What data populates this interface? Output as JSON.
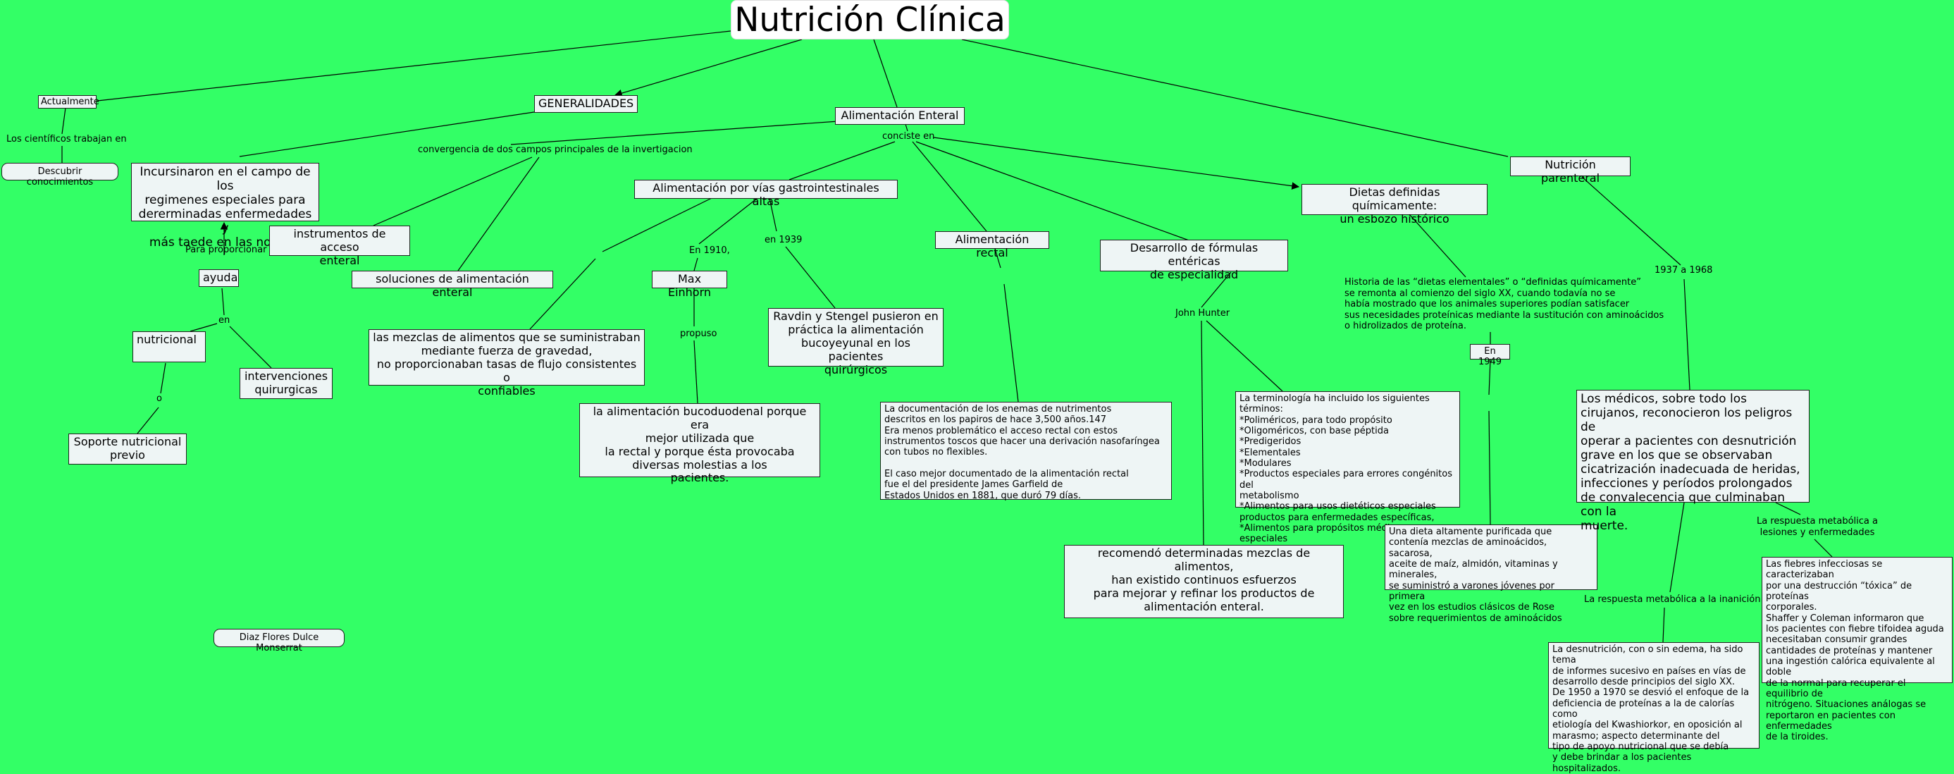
{
  "title": "Nutrición Clínica",
  "nodes": {
    "actualmente": "Actualmente",
    "descubrir": "Descubrir conocimientos",
    "generalidades": "GENERALIDADES",
    "incursinaron": "Incursinaron en el campo de los\nregimenes especiales para\ndererminadas enfermedades y\nmás taede en las normas",
    "ayuda": "ayuda",
    "nutricional": "nutricional",
    "intervenciones": "intervenciones\nquirurgicas",
    "soporte": "Soporte nutricional\nprevio",
    "instrumentos": "instrumentos de acceso\nenteral",
    "soluciones": "soluciones de alimentación enteral",
    "alimentacion_enteral": "Alimentación Enteral",
    "vias_altas": "Alimentación por vías gastrointestinales altas",
    "mezclas": "las mezclas de alimentos que se suministraban\nmediante fuerza de gravedad,\nno proporcionaban tasas de flujo consistentes o\nconfiables",
    "max_einhorn": "Max Einhorn",
    "bucoduodenal": "la alimentación bucoduodenal porque era\nmejor utilizada que\nla rectal y porque ésta provocaba\ndiversas molestias a los\npacientes.",
    "ravdin": "Ravdin y Stengel pusieron en\npráctica la alimentación\nbucoyeyunal en los pacientes\nquirúrgicos",
    "rectal": "Alimentación rectal",
    "documentacion": "La documentación de los enemas de nutrimentos\n descritos en los papiros de hace 3,500 años.147\n Era menos problemático el acceso rectal con estos\ninstrumentos toscos que hacer una derivación nasofaríngea\n con tubos no flexibles.\n\n El caso mejor documentado de la alimentación rectal\n fue el del presidente James Garfield de\nEstados Unidos en 1881, que duró 79 días.",
    "formulas": "Desarrollo de fórmulas entéricas\nde especialidad",
    "terminologia": "La terminología ha incluido los siguientes términos:\n*Poliméricos,  para todo propósito\n*Oligoméricos, con base péptida\n*Predigeridos\n*Elementales\n*Modulares\n*Productos especiales para errores congénitos del\nmetabolismo\n*Alimentos para usos dietéticos especiales\n productos para enfermedades específicas,\n *Alimentos para propósitos médicos especiales",
    "recomendo": "recomendó determinadas mezclas de alimentos,\nhan existido continuos esfuerzos\npara mejorar y refinar los productos de\nalimentación enteral.",
    "dietas": "Dietas definidas químicamente:\nun esbozo histórico",
    "historia": "Historia de las “dietas elementales” o “definidas químicamente”\n se remonta al comienzo del siglo XX, cuando todavía no se\n había mostrado que los animales superiores podían satisfacer\nsus necesidades proteínicas mediante la sustitución con aminoácidos\n o hidrolizados de proteína.",
    "en_1949": "En 1949",
    "dieta_purificada": "Una dieta altamente purificada que\ncontenía mezclas de aminoácidos, sacarosa,\naceite de maíz, almidón, vitaminas y minerales,\nse suministró a varones jóvenes por primera\nvez en los estudios clásicos de Rose\nsobre requerimientos de aminoácidos",
    "parenteral": "Nutrición parenteral",
    "medicos": "Los médicos, sobre todo los\ncirujanos, reconocieron los peligros de\noperar a pacientes con desnutrición\ngrave en los que se observaban\ncicatrización inadecuada de heridas,\ninfecciones y períodos prolongados\nde convalecencia que culminaban con la\nmuerte.",
    "desnutricion": "La desnutrición, con o sin edema, ha sido tema\nde informes sucesivo  en países en vías de\ndesarrollo desde  principios del siglo XX.\nDe 1950 a 1970 se desvió el enfoque de la\ndeficiencia de proteínas a la de calorías como\netiología del Kwashiorkor, en oposición al\nmarasmo; aspecto determinante del\ntipo de apoyo nutricional que se debía\ny debe brindar a los pacientes\nhospitalizados.",
    "fiebres": "Las fiebres infecciosas se caracterizaban\n por una destrucción “tóxica” de proteínas\n corporales.\nShaffer y Coleman informaron que\nlos pacientes con fiebre tifoidea aguda\n necesitaban consumir grandes\ncantidades de proteínas y mantener\nuna ingestión calórica equivalente al doble\nde la normal para recuperar el equilibrio de\n nitrógeno. Situaciones análogas se\nreportaron en pacientes con enfermedades\n de la tiroides.",
    "autor": "Diaz Flores Dulce Monserrat"
  },
  "link_labels": {
    "cientificos": "Los científicos trabajan en",
    "convergencia": "convergencia de dos campos principales de la invertigacion",
    "para_proporcionar": "Para proporcionar",
    "en": "en",
    "o": "o",
    "conciste_en": "conciste en",
    "en_1910": "En 1910,",
    "en_1939": "en 1939",
    "propuso": "propuso",
    "john_hunter": "John Hunter",
    "anos_1937": "1937 a 1968",
    "respuesta_lesiones": "La respuesta metabólica a\nlesiones y enfermedades",
    "respuesta_inanicion": "La respuesta metabólica a la inanición"
  },
  "colors": {
    "background": "#33ff66",
    "node_fill": "#eef5f5",
    "title_fill": "#ffffff",
    "line": "#000000"
  }
}
